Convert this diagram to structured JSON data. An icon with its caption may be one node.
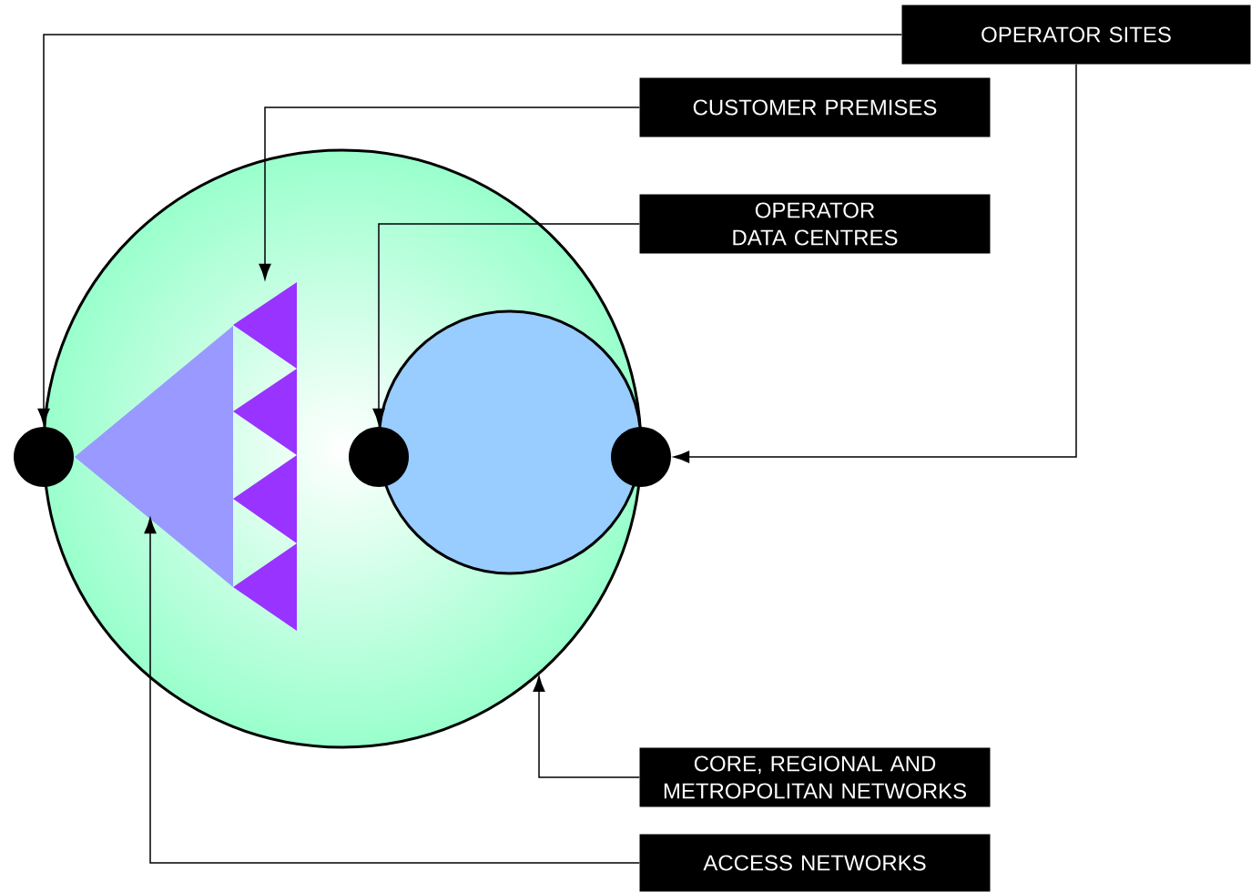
{
  "diagram": {
    "nodes": [
      {
        "text": [
          "OPERATOR SITES"
        ]
      },
      {
        "text": [
          "CUSTOMER PREMISES"
        ]
      },
      {
        "text": [
          "OPERATOR DATA CENTRES"
        ]
      },
      {
        "text": [
          "CORE, REGIONAL AND METROPOLITAN NETWORKS"
        ]
      },
      {
        "text": [
          "ACCESS NETWORKS"
        ]
      },
      {
        "text": [],
        "shape": "circle"
      },
      {
        "text": [],
        "shape": "triangle",
        "in": 5
      },
      {
        "text": [],
        "shape": "triangle",
        "in": 5
      },
      {
        "text": [],
        "shape": "triangle",
        "in": 5
      },
      {
        "text": [],
        "shape": "triangle",
        "in": 5
      },
      {
        "text": [],
        "shape": "triangle",
        "in": 5
      },
      {
        "text": [],
        "shape": "circle",
        "in": 5
      },
      {
        "text": [],
        "shape": "circle"
      },
      {
        "text": [],
        "shape": "circle",
        "in": 5
      },
      {
        "text": [],
        "shape": "circle"
      }
    ],
    "edges": [
      {
        "from": 0,
        "to": 12,
        "arrow": "to"
      },
      {
        "from": 0,
        "to": 14,
        "arrow": "to"
      },
      {
        "from": 1,
        "to": 7,
        "arrow": "to"
      },
      {
        "from": 2,
        "to": 13,
        "arrow": "to"
      },
      {
        "from": 3,
        "to": 5,
        "arrow": "to"
      },
      {
        "from": 4,
        "to": 6,
        "arrow": "to"
      }
    ]
  }
}
